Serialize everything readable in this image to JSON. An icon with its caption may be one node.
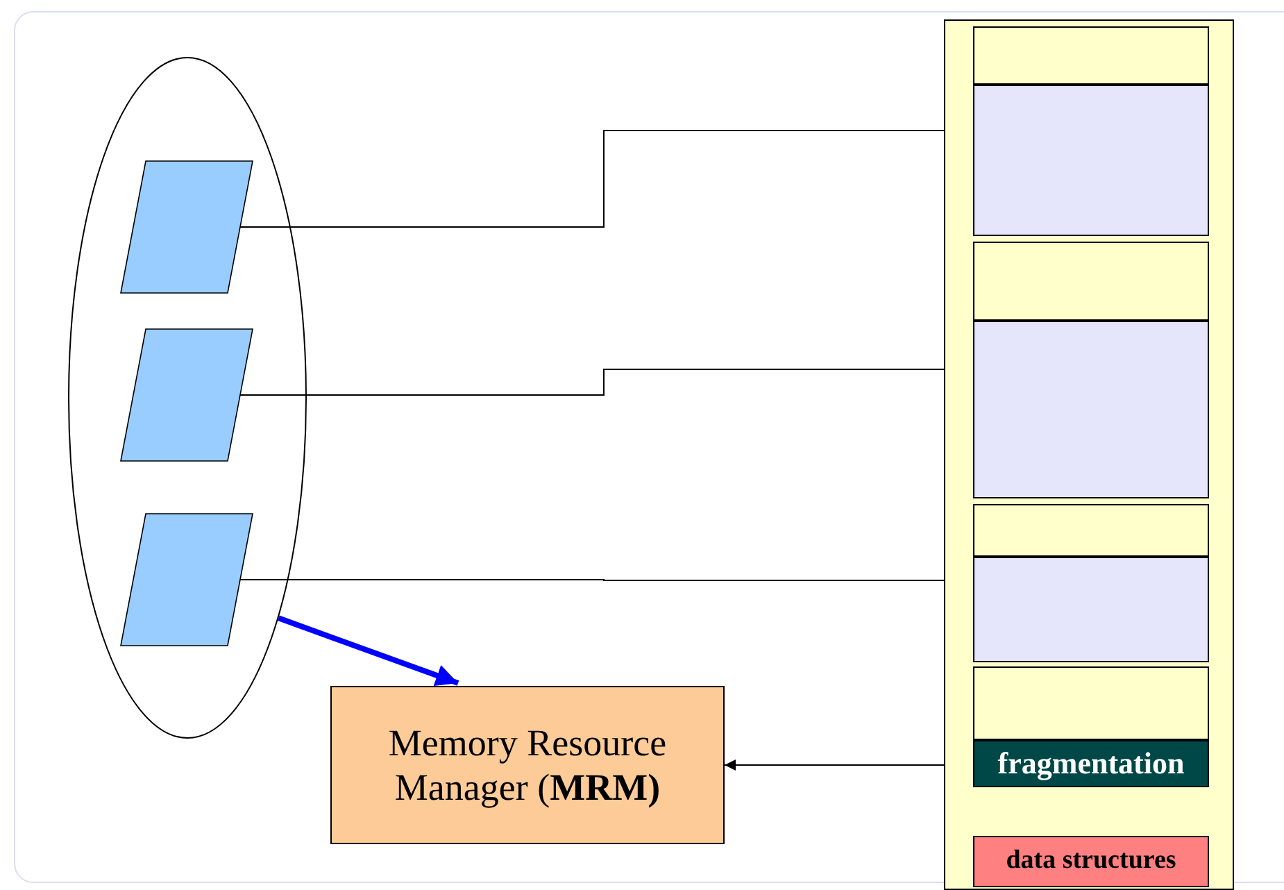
{
  "diagram": {
    "nodes": [
      {
        "text": [],
        "shape": "ellipse"
      },
      {
        "text": [],
        "shape": "parallelogram",
        "in": 0
      },
      {
        "text": [],
        "shape": "parallelogram",
        "in": 0
      },
      {
        "text": [],
        "shape": "parallelogram",
        "in": 0
      },
      {
        "text": [],
        "shape": "box"
      },
      {
        "text": [],
        "shape": "box",
        "in": 4
      },
      {
        "text": [],
        "shape": "box",
        "in": 4
      },
      {
        "text": [],
        "shape": "box",
        "in": 4
      },
      {
        "text": [],
        "shape": "box",
        "in": 4
      },
      {
        "text": [],
        "shape": "box",
        "in": 4
      },
      {
        "text": [],
        "shape": "box",
        "in": 4
      },
      {
        "text": [],
        "shape": "box",
        "in": 4
      },
      {
        "text": [
          "fragmentation"
        ],
        "in": 4
      },
      {
        "text": [
          "data structures"
        ],
        "in": 4
      },
      {
        "text": [
          "Memory Resource Manager (**MRM)**"
        ]
      }
    ],
    "edges": [
      {
        "from": 1,
        "to": 6,
        "arrow": "none"
      },
      {
        "from": 2,
        "to": 8,
        "arrow": "none"
      },
      {
        "from": 3,
        "to": 10,
        "arrow": "none"
      },
      {
        "from": 0,
        "to": 14,
        "arrow": "to",
        "style": "thick",
        "color": "#0000ff"
      },
      {
        "from": 4,
        "to": 14,
        "arrow": "to"
      }
    ]
  }
}
